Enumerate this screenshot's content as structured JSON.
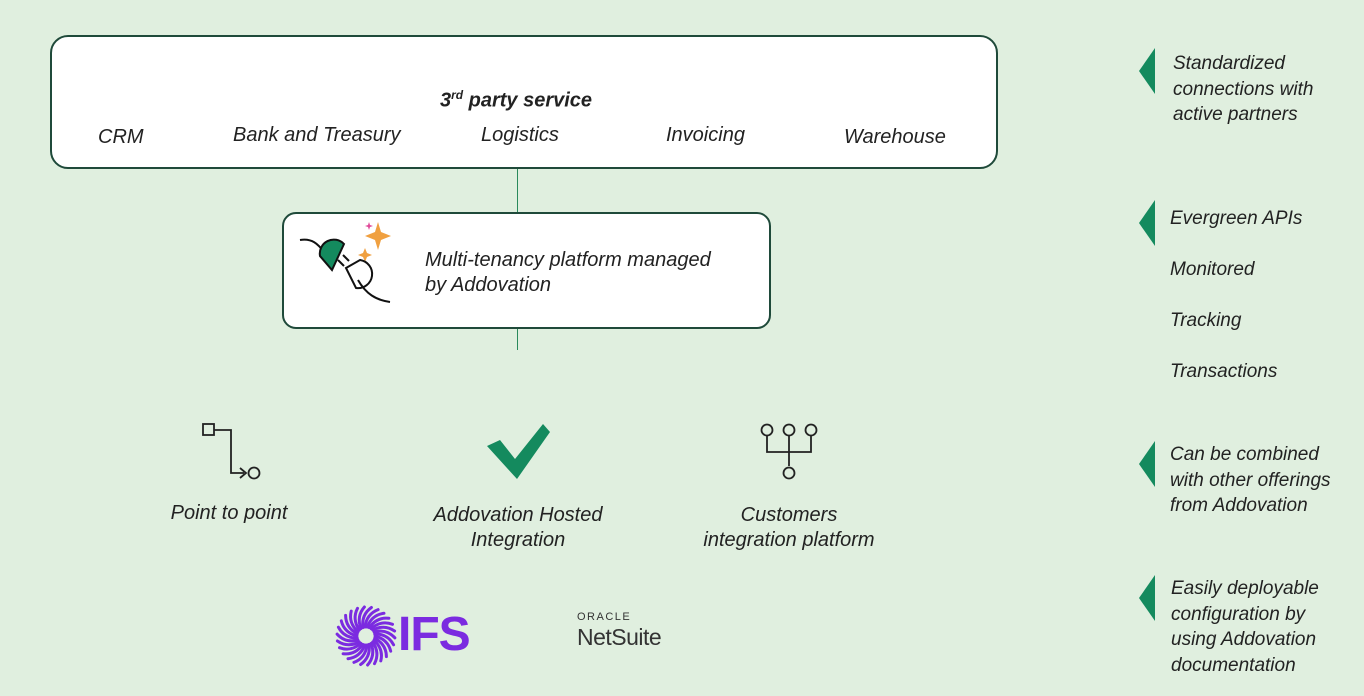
{
  "service_box": {
    "title_main": "3",
    "title_sup": "rd",
    "title_rest": " party service",
    "items": [
      "CRM",
      "Bank and Treasury",
      "Logistics",
      "Invoicing",
      "Warehouse"
    ]
  },
  "platform_box": {
    "line1": "Multi-tenancy platform managed",
    "line2": "by Addovation",
    "icon": "plug-connector-icon"
  },
  "options": [
    {
      "icon": "point-to-point-icon",
      "line1": "Point to point",
      "line2": ""
    },
    {
      "icon": "checkmark-icon",
      "line1": "Addovation Hosted",
      "line2": "Integration"
    },
    {
      "icon": "integration-platform-icon",
      "line1": "Customers",
      "line2": "integration platform"
    }
  ],
  "logos": {
    "ifs": {
      "text": "IFS",
      "color": "#7b2be0"
    },
    "netsuite": {
      "top": "ORACLE",
      "bottom": "NetSuite"
    }
  },
  "right_column": {
    "block1": [
      "Standardized",
      "connections with",
      "active partners"
    ],
    "block2": [
      "Evergreen APIs",
      "Monitored",
      "Tracking",
      "Transactions"
    ],
    "block3": [
      "Can be combined",
      "with other offerings",
      "from Addovation"
    ],
    "block4": [
      "Easily deployable",
      "configuration by",
      "using Addovation",
      "documentation"
    ]
  },
  "colors": {
    "background": "#e0efdf",
    "accent_green": "#148a5e",
    "border": "#1f4a3a"
  }
}
